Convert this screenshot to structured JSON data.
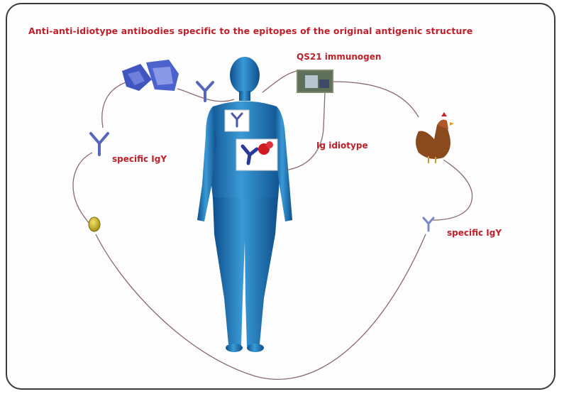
{
  "diagram": {
    "title": "Anti-anti-idiotype antibodies specific to the epitopes of the original antigenic structure",
    "labels": {
      "qs21": "QS21 immunogen",
      "ig_idiotype": "Ig idiotype",
      "igy_left": "specific IgY",
      "igy_right": "specific IgY"
    },
    "colors": {
      "text": "#c0202a",
      "body": "#1f6fb0",
      "antibody": "#5566bb",
      "line": "#8a6a6a"
    }
  }
}
